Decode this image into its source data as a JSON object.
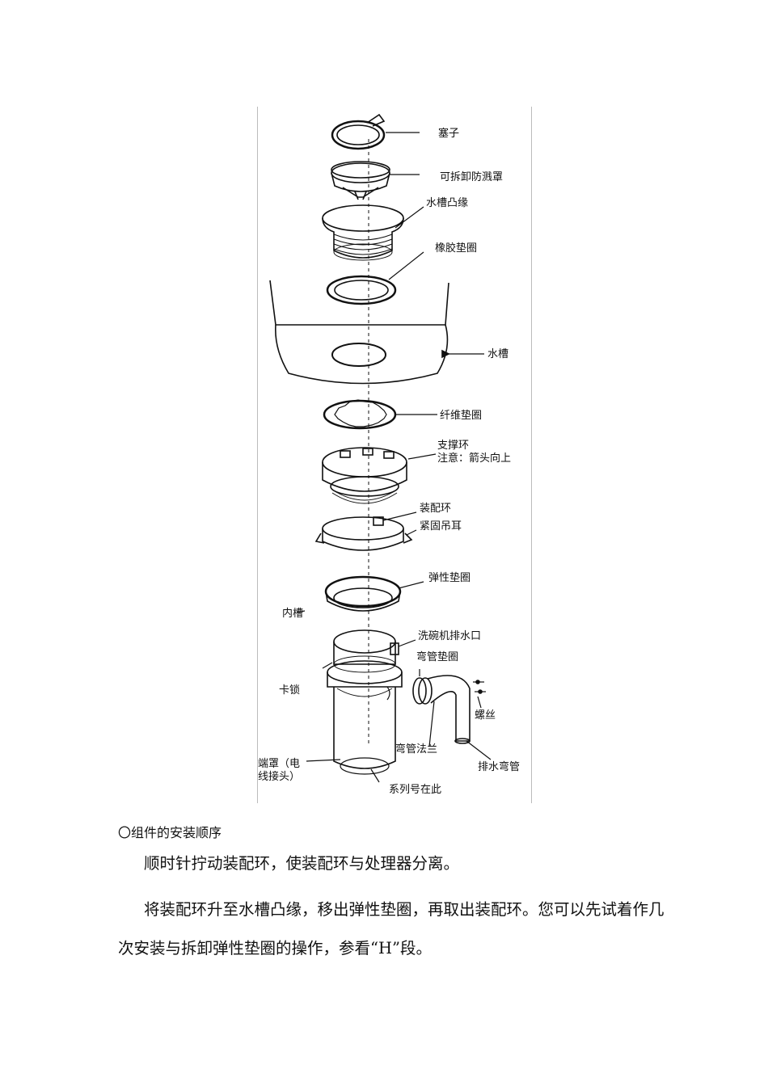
{
  "diagram": {
    "labels": {
      "stopper": "塞子",
      "splash_guard": "可拆卸防溅罩",
      "sink_flange": "水槽凸缘",
      "rubber_gasket": "橡胶垫圈",
      "sink": "水槽",
      "fiber_gasket": "纤维垫圈",
      "support_ring": "支撑环",
      "support_ring_note": "注意：箭头向上",
      "mounting_ring": "装配环",
      "tightening_lug": "紧固吊耳",
      "elastic_gasket": "弹性垫圈",
      "inner_tank": "内槽",
      "dishwasher_inlet": "洗碗机排水口",
      "elbow_gasket": "弯管垫圈",
      "lock": "卡锁",
      "screws": "螺丝",
      "elbow_flange": "弯管法兰",
      "terminal_cover_line1": "端罩（电",
      "terminal_cover_line2": "线接头）",
      "drain_elbow": "排水弯管",
      "serial_number": "系列号在此"
    }
  },
  "text": {
    "section_title": "〇组件的安装顺序",
    "paragraph1": "顺时针拧动装配环，使装配环与处理器分离。",
    "paragraph2": "将装配环升至水槽凸缘，移出弹性垫圈，再取出装配环。您可以先试着作几次安装与拆卸弹性垫圈的操作，参看“H”段。"
  }
}
